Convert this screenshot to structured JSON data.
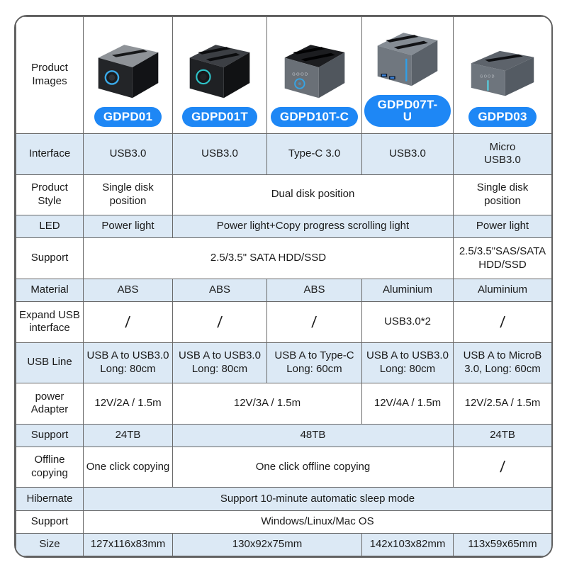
{
  "colors": {
    "row_highlight": "#DCE9F5",
    "row_plain": "#FFFFFF",
    "grid_border": "#696969",
    "text": "#1A1A1A",
    "badge_bg": "#1E87F5",
    "badge_text": "#FFFFFF",
    "led_accent": "#35A7E8"
  },
  "header": {
    "row_label": "Product\nImages",
    "products": [
      {
        "model": "GDPD01",
        "image": "black-dock-single-bay-blue-ring-button"
      },
      {
        "model": "GDPD01T",
        "image": "black-dock-dual-bay-teal-ring-button"
      },
      {
        "model": "GDPD10T-C",
        "image": "gray-dock-dual-bay-black-top-logo",
        "brand_mark": "GOOD"
      },
      {
        "model": "GDPD07T-U",
        "image": "aluminum-dock-dual-bay-usb-ports-led"
      },
      {
        "model": "GDPD03",
        "image": "aluminum-dock-single-bay-led",
        "brand_mark": "GOOD"
      }
    ]
  },
  "rows": [
    {
      "label": "Interface",
      "cells": [
        {
          "t": "USB3.0"
        },
        {
          "t": "USB3.0"
        },
        {
          "t": "Type-C 3.0"
        },
        {
          "t": "USB3.0"
        },
        {
          "t": "Micro\nUSB3.0"
        }
      ]
    },
    {
      "label": "Product\nStyle",
      "cells": [
        {
          "t": "Single disk\nposition"
        },
        {
          "t": "Dual disk position",
          "span": 3
        },
        {
          "t": "Single disk\nposition"
        }
      ]
    },
    {
      "label": "LED",
      "cells": [
        {
          "t": "Power light"
        },
        {
          "t": "Power light+Copy progress scrolling light",
          "span": 3
        },
        {
          "t": "Power light"
        }
      ]
    },
    {
      "label": "Support",
      "cells": [
        {
          "t": "2.5/3.5\" SATA HDD/SSD",
          "span": 4
        },
        {
          "t": "2.5/3.5\"SAS/SATA\nHDD/SSD"
        }
      ]
    },
    {
      "label": "Material",
      "cells": [
        {
          "t": "ABS"
        },
        {
          "t": "ABS"
        },
        {
          "t": "ABS"
        },
        {
          "t": "Aluminium"
        },
        {
          "t": "Aluminium"
        }
      ]
    },
    {
      "label": "Expand USB\ninterface",
      "cells": [
        {
          "t": "/"
        },
        {
          "t": "/"
        },
        {
          "t": "/"
        },
        {
          "t": "USB3.0*2"
        },
        {
          "t": "/"
        }
      ]
    },
    {
      "label": "USB Line",
      "cells": [
        {
          "t": "USB A to USB3.0\nLong: 80cm"
        },
        {
          "t": "USB A to USB3.0\nLong: 80cm"
        },
        {
          "t": "USB A to Type-C\nLong: 60cm"
        },
        {
          "t": "USB A to USB3.0\nLong: 80cm"
        },
        {
          "t": "USB A to MicroB\n3.0, Long: 60cm"
        }
      ]
    },
    {
      "label": "power\nAdapter",
      "cells": [
        {
          "t": "12V/2A / 1.5m"
        },
        {
          "t": "12V/3A / 1.5m",
          "span": 2
        },
        {
          "t": "12V/4A / 1.5m"
        },
        {
          "t": "12V/2.5A / 1.5m"
        }
      ]
    },
    {
      "label": "Support",
      "cells": [
        {
          "t": "24TB"
        },
        {
          "t": "48TB",
          "span": 3
        },
        {
          "t": "24TB"
        }
      ]
    },
    {
      "label": "Offline\ncopying",
      "cells": [
        {
          "t": "One click copying"
        },
        {
          "t": "One click offline copying",
          "span": 3
        },
        {
          "t": "/"
        }
      ]
    },
    {
      "label": "Hibernate",
      "cells": [
        {
          "t": "Support 10-minute automatic sleep mode",
          "span": 5
        }
      ]
    },
    {
      "label": "Support",
      "cells": [
        {
          "t": "Windows/Linux/Mac OS",
          "span": 5
        }
      ]
    },
    {
      "label": "Size",
      "cells": [
        {
          "t": "127x116x83mm"
        },
        {
          "t": "130x92x75mm",
          "span": 2
        },
        {
          "t": "142x103x82mm"
        },
        {
          "t": "113x59x65mm"
        }
      ]
    }
  ]
}
